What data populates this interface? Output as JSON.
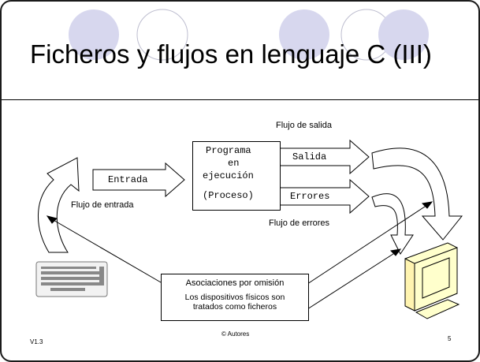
{
  "slide": {
    "title": "Ficheros y flujos en lenguaje C (III)",
    "version": "V1.3",
    "footer_center": "© Autores",
    "page_number": "5"
  },
  "diagram": {
    "process_box": {
      "line1": "Programa",
      "line2": "en",
      "line3": "ejecución",
      "line4": "(Proceso)"
    },
    "arrows": {
      "input": "Entrada",
      "output": "Salida",
      "errors": "Errores"
    },
    "labels": {
      "input_stream": "Flujo de entrada",
      "output_stream": "Flujo de salida",
      "error_stream": "Flujo de errores"
    },
    "associations": {
      "title": "Asociaciones por omisión",
      "text_line1": "Los dispositivos físicos son",
      "text_line2": "tratados como ficheros"
    },
    "devices": {
      "input_device_icon": "keyboard-icon",
      "output_device_icon": "monitor-icon"
    }
  },
  "colors": {
    "circle_fill": "#d7d7ee",
    "monitor_fill": "#ffffcc",
    "text": "#000000",
    "border": "#1a1a1a"
  }
}
